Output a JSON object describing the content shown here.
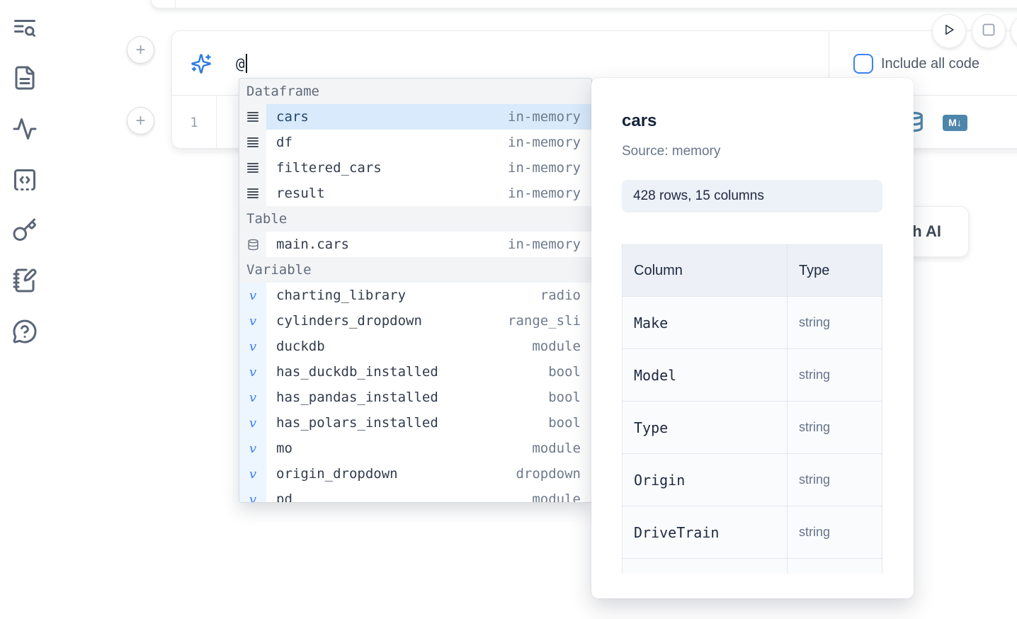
{
  "colors": {
    "accent_blue": "#3b82f6",
    "sparkle_blue": "#2f7ce0",
    "selection_blue": "#d8eafb",
    "tool_blue": "#4e86ab",
    "sidebar_icon": "#5b6577"
  },
  "sidebar": {
    "items": [
      {
        "icon": "list-search-icon"
      },
      {
        "icon": "file-text-icon"
      },
      {
        "icon": "activity-icon"
      },
      {
        "icon": "code-snippets-icon"
      },
      {
        "icon": "key-icon"
      },
      {
        "icon": "notebook-pen-icon"
      },
      {
        "icon": "help-chat-icon"
      }
    ]
  },
  "toolbar": {
    "run_icon": "play-icon",
    "stop_icon": "stop-icon"
  },
  "prompt": {
    "value": "@",
    "include_all_code_label": "Include all code"
  },
  "editor": {
    "line_number": "1",
    "markdown_badge": "M↓"
  },
  "generate_ai": {
    "label": "Generate with AI"
  },
  "autocomplete": {
    "items": [
      {
        "kind": "section",
        "label": "Dataframe"
      },
      {
        "kind": "dataframe",
        "name": "cars",
        "type": "in-memory",
        "selected": true
      },
      {
        "kind": "dataframe",
        "name": "df",
        "type": "in-memory"
      },
      {
        "kind": "dataframe",
        "name": "filtered_cars",
        "type": "in-memory"
      },
      {
        "kind": "dataframe",
        "name": "result",
        "type": "in-memory"
      },
      {
        "kind": "section",
        "label": "Table"
      },
      {
        "kind": "table",
        "name": "main.cars",
        "type": "in-memory"
      },
      {
        "kind": "section",
        "label": "Variable"
      },
      {
        "kind": "variable",
        "name": "charting_library",
        "type": "radio"
      },
      {
        "kind": "variable",
        "name": "cylinders_dropdown",
        "type": "range_sli"
      },
      {
        "kind": "variable",
        "name": "duckdb",
        "type": "module"
      },
      {
        "kind": "variable",
        "name": "has_duckdb_installed",
        "type": "bool"
      },
      {
        "kind": "variable",
        "name": "has_pandas_installed",
        "type": "bool"
      },
      {
        "kind": "variable",
        "name": "has_polars_installed",
        "type": "bool"
      },
      {
        "kind": "variable",
        "name": "mo",
        "type": "module"
      },
      {
        "kind": "variable",
        "name": "origin_dropdown",
        "type": "dropdown"
      },
      {
        "kind": "variable",
        "name": "pd",
        "type": "module"
      }
    ],
    "variable_marker": "v"
  },
  "preview": {
    "title": "cars",
    "source": "Source: memory",
    "shape": "428 rows, 15 columns",
    "table": {
      "headers": {
        "column": "Column",
        "type": "Type"
      },
      "rows": [
        {
          "col": "Make",
          "type": "string"
        },
        {
          "col": "Model",
          "type": "string"
        },
        {
          "col": "Type",
          "type": "string"
        },
        {
          "col": "Origin",
          "type": "string"
        },
        {
          "col": "DriveTrain",
          "type": "string"
        },
        {
          "col": "",
          "type": ""
        }
      ]
    }
  }
}
